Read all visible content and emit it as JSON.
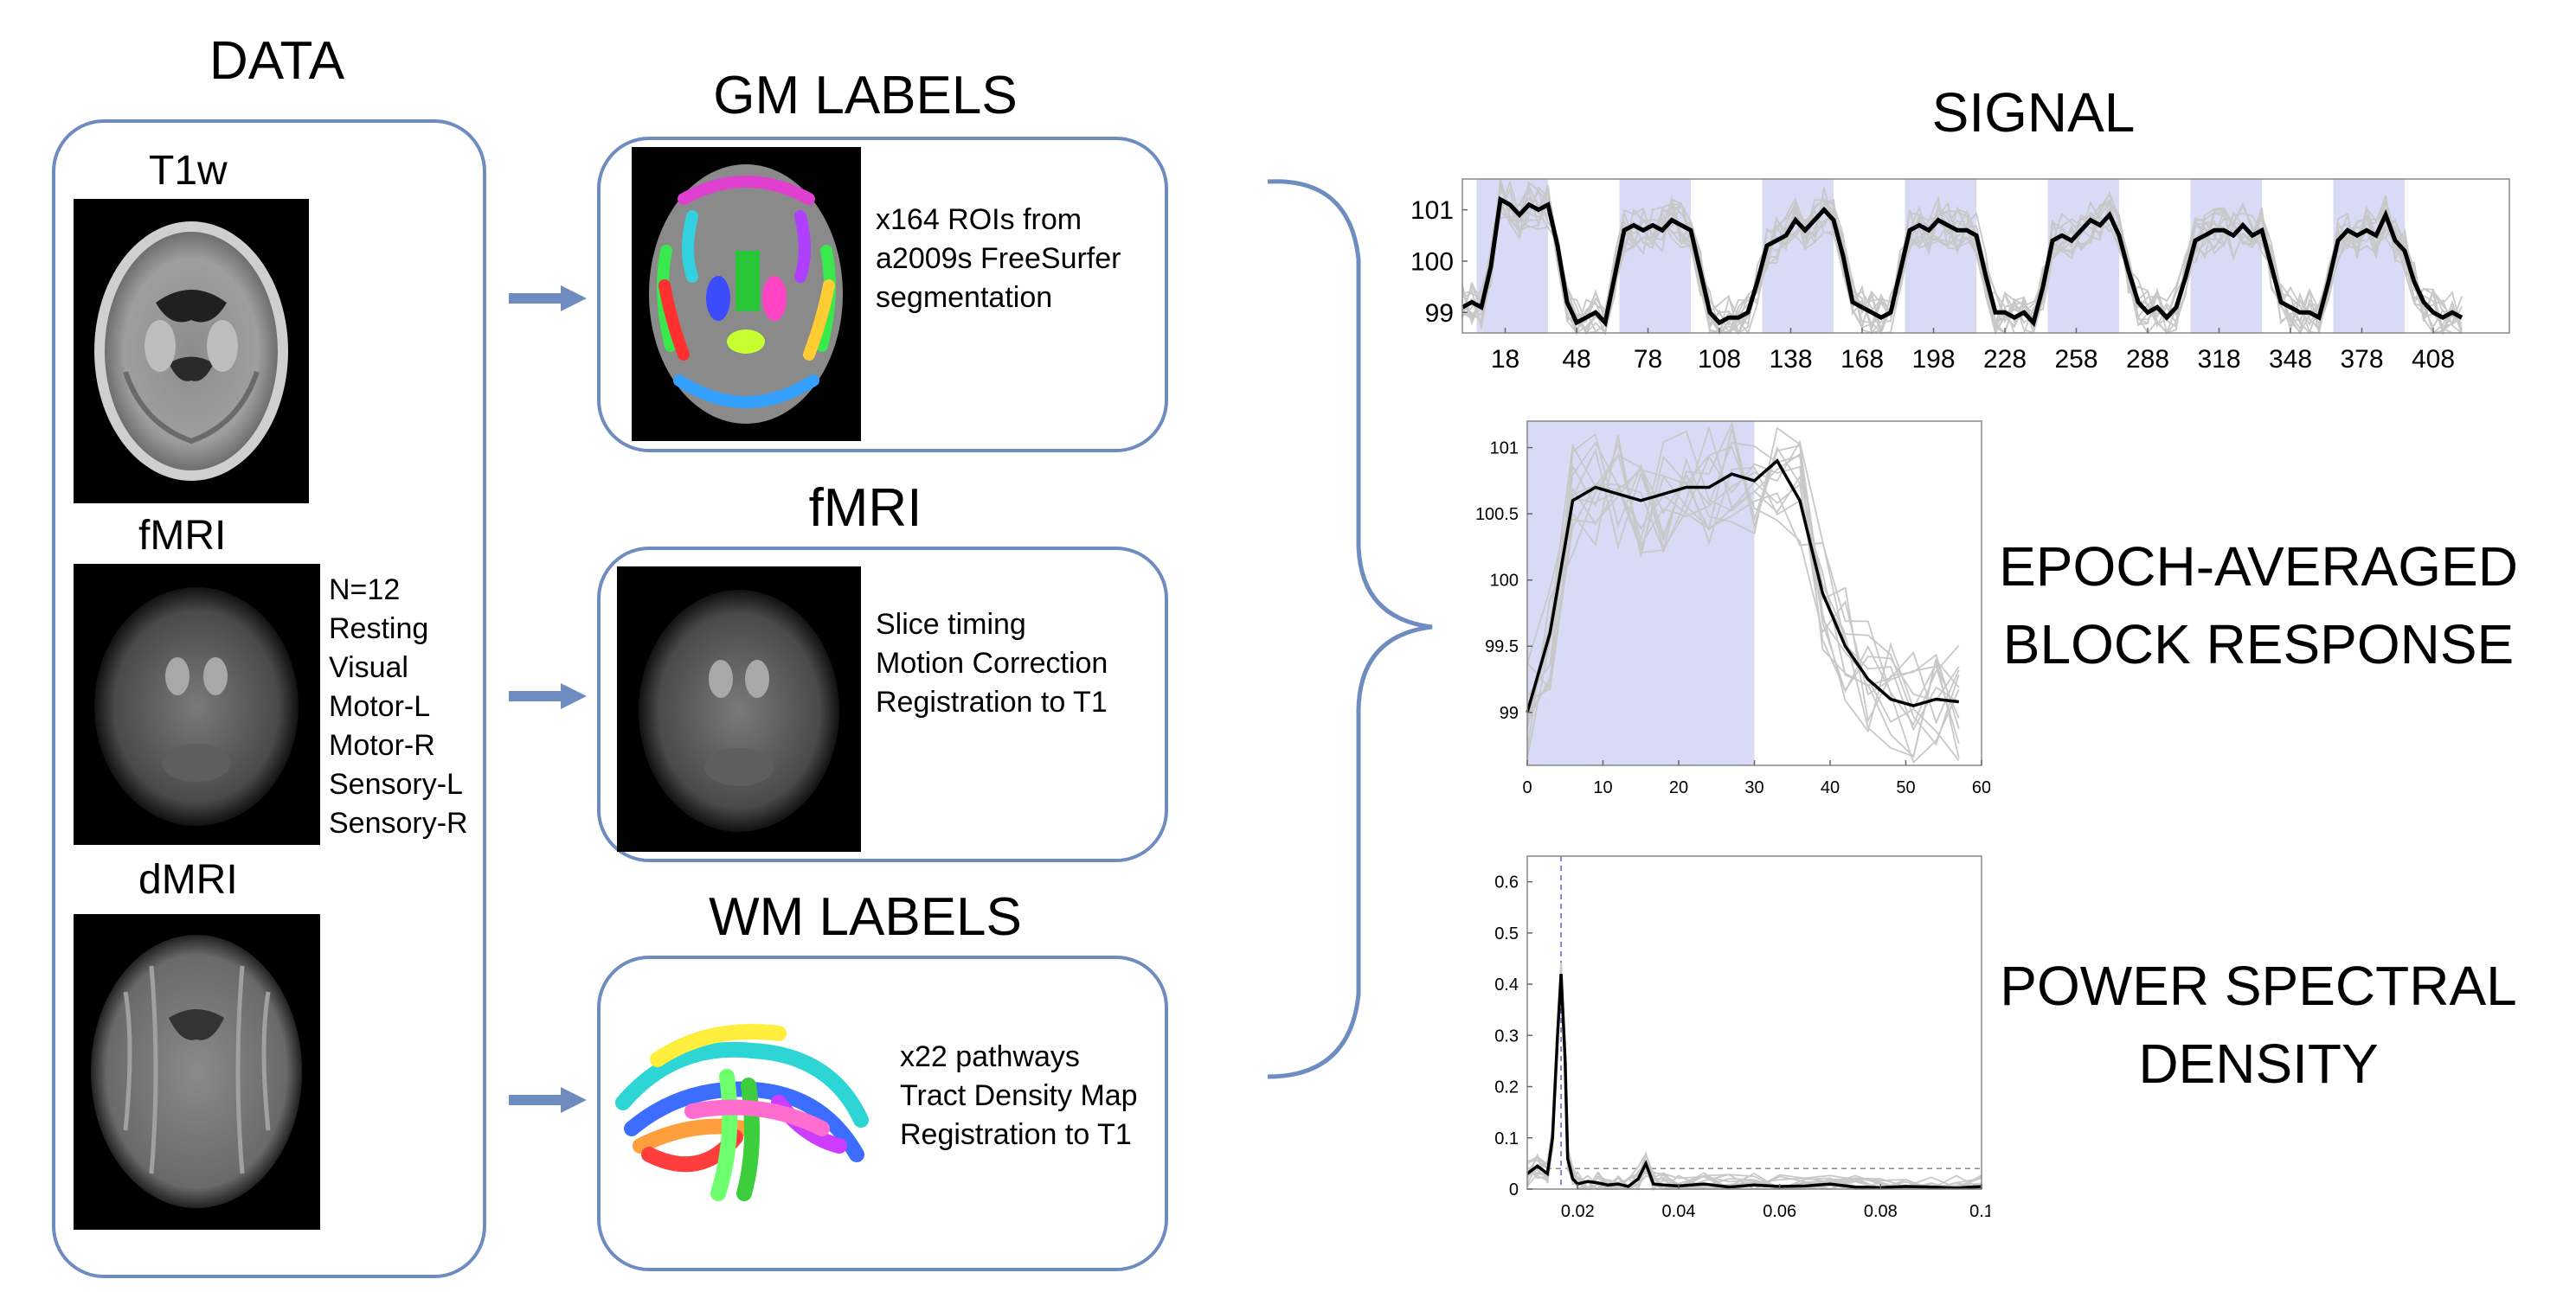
{
  "data_panel": {
    "title": "DATA",
    "t1w_label": "T1w",
    "fmri_label": "fMRI",
    "dmri_label": "dMRI",
    "conditions": [
      "N=12",
      "Resting",
      "Visual",
      "Motor-L",
      "Motor-R",
      "Sensory-L",
      "Sensory-R"
    ]
  },
  "gm_panel": {
    "title": "GM LABELS",
    "lines": [
      "x164 ROIs from",
      "a2009s FreeSurfer",
      "segmentation"
    ]
  },
  "fmri_panel": {
    "title": "fMRI",
    "lines": [
      "Slice timing",
      "Motion Correction",
      "Registration to T1"
    ]
  },
  "wm_panel": {
    "title": "WM LABELS",
    "lines": [
      "x22 pathways",
      "Tract Density Map",
      "Registration to T1"
    ]
  },
  "sections": {
    "signal": "SIGNAL",
    "epoch_line1": "EPOCH-AVERAGED",
    "epoch_line2": "BLOCK RESPONSE",
    "psd_line1": "POWER SPECTRAL",
    "psd_line2": "DENSITY"
  },
  "colors": {
    "panel_border": "#6f8cc0",
    "arrow": "#6f8cc0",
    "block_shade": "#d9dbf6",
    "mean_line": "#000000",
    "subject_lines": "#c8c8c8"
  },
  "chart_data": [
    {
      "type": "line",
      "title": "",
      "xticks": [
        18,
        48,
        78,
        108,
        138,
        168,
        198,
        228,
        258,
        288,
        318,
        348,
        378,
        408
      ],
      "yticks": [
        99,
        100,
        101
      ],
      "xlim": [
        0,
        440
      ],
      "ylim": [
        98.6,
        101.6
      ],
      "blocks": [
        [
          6,
          36
        ],
        [
          66,
          96
        ],
        [
          126,
          156
        ],
        [
          186,
          216
        ],
        [
          246,
          276
        ],
        [
          306,
          336
        ],
        [
          366,
          396
        ]
      ],
      "mean_series": {
        "x": [
          0,
          4,
          8,
          12,
          16,
          20,
          24,
          28,
          32,
          36,
          40,
          44,
          48,
          52,
          56,
          60,
          64,
          68,
          72,
          76,
          80,
          84,
          88,
          92,
          96,
          100,
          104,
          108,
          112,
          116,
          120,
          124,
          128,
          132,
          136,
          140,
          144,
          148,
          152,
          156,
          160,
          164,
          168,
          172,
          176,
          180,
          184,
          188,
          192,
          196,
          200,
          204,
          208,
          212,
          216,
          220,
          224,
          228,
          232,
          236,
          240,
          244,
          248,
          252,
          256,
          260,
          264,
          268,
          272,
          276,
          280,
          284,
          288,
          292,
          296,
          300,
          304,
          308,
          312,
          316,
          320,
          324,
          328,
          332,
          336,
          340,
          344,
          348,
          352,
          356,
          360,
          364,
          368,
          372,
          376,
          380,
          384,
          388,
          392,
          396,
          400,
          404,
          408,
          412,
          416,
          420
        ],
        "y": [
          99.1,
          99.2,
          99.1,
          99.9,
          101.2,
          101.1,
          100.9,
          101.1,
          101.0,
          101.1,
          100.3,
          99.2,
          98.8,
          98.9,
          99.0,
          98.8,
          99.7,
          100.6,
          100.7,
          100.6,
          100.7,
          100.6,
          100.8,
          100.7,
          100.6,
          99.8,
          99.0,
          98.8,
          98.9,
          98.9,
          99.0,
          99.6,
          100.3,
          100.4,
          100.5,
          100.8,
          100.6,
          100.8,
          101.0,
          100.8,
          100.1,
          99.2,
          99.1,
          99.0,
          98.9,
          99.0,
          99.8,
          100.6,
          100.7,
          100.6,
          100.8,
          100.7,
          100.6,
          100.6,
          100.5,
          99.7,
          99.0,
          99.0,
          98.9,
          99.0,
          98.8,
          99.5,
          100.4,
          100.5,
          100.4,
          100.6,
          100.8,
          100.7,
          100.9,
          100.5,
          99.8,
          99.2,
          99.0,
          99.1,
          98.9,
          99.1,
          99.7,
          100.4,
          100.5,
          100.6,
          100.6,
          100.5,
          100.7,
          100.5,
          100.6,
          99.9,
          99.2,
          99.1,
          99.0,
          99.0,
          98.9,
          99.6,
          100.4,
          100.6,
          100.5,
          100.6,
          100.5,
          100.9,
          100.4,
          100.2,
          99.6,
          99.2,
          99.0,
          98.9,
          99.0,
          98.9
        ]
      },
      "subject_series_count": 12
    },
    {
      "type": "line",
      "title": "",
      "xticks": [
        0,
        10,
        20,
        30,
        40,
        50,
        60
      ],
      "yticks": [
        99,
        99.5,
        100,
        100.5,
        101
      ],
      "xlim": [
        0,
        60
      ],
      "ylim": [
        98.6,
        101.2
      ],
      "block": [
        0,
        30
      ],
      "mean_series": {
        "x": [
          0,
          3,
          6,
          9,
          12,
          15,
          18,
          21,
          24,
          27,
          30,
          33,
          36,
          39,
          42,
          45,
          48,
          51,
          54,
          57
        ],
        "y": [
          99.0,
          99.6,
          100.6,
          100.7,
          100.65,
          100.6,
          100.65,
          100.7,
          100.7,
          100.8,
          100.75,
          100.9,
          100.6,
          99.9,
          99.5,
          99.25,
          99.1,
          99.05,
          99.1,
          99.08
        ]
      },
      "subject_series_count": 12
    },
    {
      "type": "line",
      "title": "",
      "xticks": [
        0.02,
        0.04,
        0.06,
        0.08,
        0.1
      ],
      "yticks": [
        0,
        0.1,
        0.2,
        0.3,
        0.4,
        0.5,
        0.6
      ],
      "xlim": [
        0.01,
        0.1
      ],
      "ylim": [
        0,
        0.65
      ],
      "peak_frequency": 0.0167,
      "threshold": 0.04,
      "mean_series": {
        "x": [
          0.01,
          0.012,
          0.014,
          0.015,
          0.016,
          0.0167,
          0.0175,
          0.018,
          0.019,
          0.02,
          0.022,
          0.024,
          0.026,
          0.028,
          0.03,
          0.032,
          0.0335,
          0.035,
          0.037,
          0.04,
          0.045,
          0.05,
          0.055,
          0.06,
          0.065,
          0.07,
          0.075,
          0.08,
          0.085,
          0.09,
          0.095,
          0.1
        ],
        "y": [
          0.03,
          0.045,
          0.03,
          0.1,
          0.3,
          0.42,
          0.25,
          0.06,
          0.02,
          0.01,
          0.015,
          0.012,
          0.008,
          0.01,
          0.005,
          0.02,
          0.05,
          0.01,
          0.008,
          0.006,
          0.01,
          0.004,
          0.008,
          0.005,
          0.006,
          0.01,
          0.004,
          0.003,
          0.005,
          0.004,
          0.002,
          0.005
        ]
      },
      "subject_series_count": 12
    }
  ]
}
